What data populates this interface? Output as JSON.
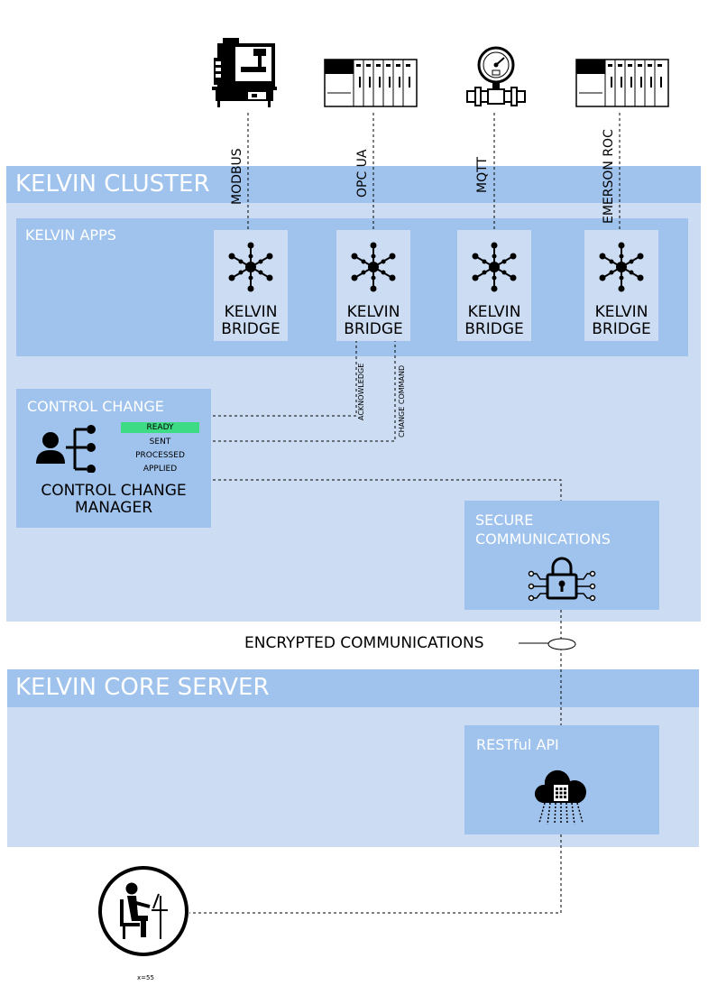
{
  "kelvin_cluster": {
    "title": "KELVIN CLUSTER"
  },
  "kelvin_apps": {
    "title": "KELVIN APPS"
  },
  "protocols": [
    "MODBUS",
    "OPC UA",
    "MQTT",
    "EMERSON ROC"
  ],
  "bridges": [
    {
      "line1": "KELVIN",
      "line2": "BRIDGE"
    },
    {
      "line1": "KELVIN",
      "line2": "BRIDGE"
    },
    {
      "line1": "KELVIN",
      "line2": "BRIDGE"
    },
    {
      "line1": "KELVIN",
      "line2": "BRIDGE"
    }
  ],
  "control_change": {
    "title": "CONTROL CHANGE",
    "statuses": [
      "READY",
      "SENT",
      "PROCESSED",
      "APPLIED"
    ],
    "active_status_color": "#3ddc84",
    "manager_line1": "CONTROL CHANGE",
    "manager_line2": "MANAGER"
  },
  "links": {
    "acknowledge": "ACKNOWLEDGE",
    "change_command": "CHANGE COMMAND"
  },
  "secure_communications": {
    "line1": "SECURE",
    "line2": "COMMUNICATIONS"
  },
  "encrypted_label": "ENCRYPTED COMMUNICATIONS",
  "kelvin_core_server": {
    "title": "KELVIN CORE SERVER"
  },
  "restful_api": {
    "title": "RESTful API"
  },
  "user_caption": "x=55",
  "colors": {
    "outer_panel": "#ccddf3",
    "inner_panel": "#a0c3ed",
    "ready_highlight": "#3ddc84"
  }
}
